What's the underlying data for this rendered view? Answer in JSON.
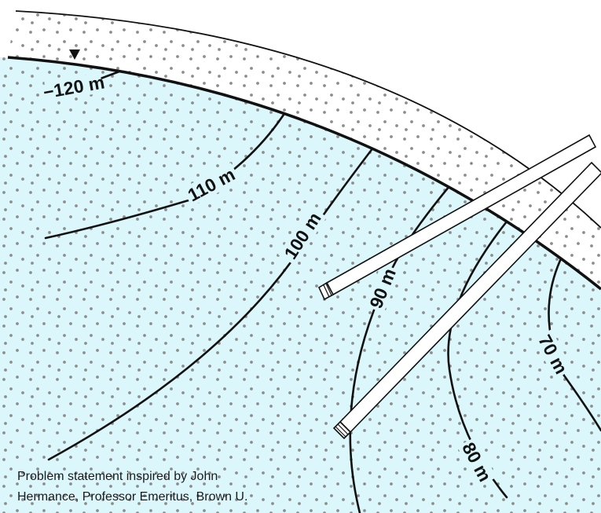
{
  "diagram": {
    "contours": [
      {
        "id": "contour-120",
        "label": "−120 m"
      },
      {
        "id": "contour-110",
        "label": "110 m"
      },
      {
        "id": "contour-100",
        "label": "100 m"
      },
      {
        "id": "contour-90",
        "label": "90 m"
      },
      {
        "id": "contour-80",
        "label": "80 m"
      },
      {
        "id": "contour-70",
        "label": "70 m"
      }
    ],
    "colors": {
      "aquifer": "#dcf7fb",
      "sand_band": "#ffffff",
      "dots": "#8d8d8d",
      "lines": "#111111",
      "well_casing": "#ffffff"
    }
  },
  "credit": {
    "line1": "Problem statement inspired by John",
    "line2": "Hermance, Professor Emeritus, Brown U."
  }
}
